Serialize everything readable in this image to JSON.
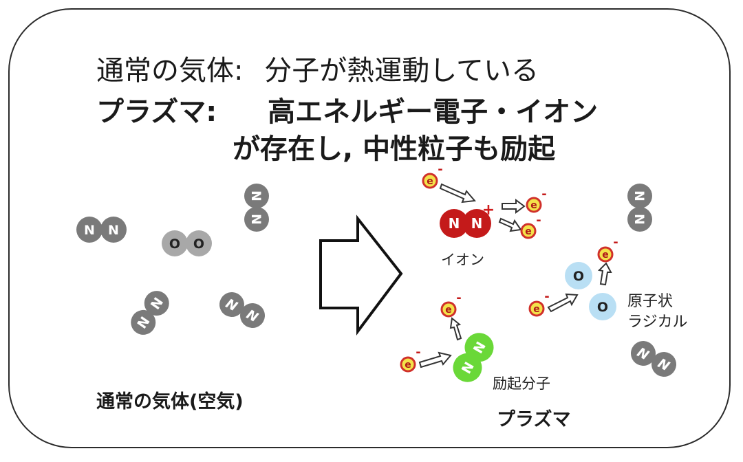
{
  "header": {
    "line1_term": "通常の気体:",
    "line1_desc": "分子が熱運動している",
    "line2_term": "プラズマ:",
    "line2_desc": "高エネルギー電子・イオン",
    "line3_desc": "が存在し, 中性粒子も励起"
  },
  "left_panel": {
    "caption": "通常の気体(空気)"
  },
  "right_panel": {
    "caption": "プラズマ",
    "ion_label": "イオン",
    "radical_label_1": "原子状",
    "radical_label_2": "ラジカル",
    "excited_label": "励起分子"
  },
  "symbols": {
    "nitrogen": "N",
    "oxygen": "O",
    "electron": "e",
    "minus": "-",
    "plus": "+"
  },
  "colors": {
    "neutral_n2": "#7a7a7a",
    "neutral_o2": "#a8a8a8",
    "ion": "#c41a1a",
    "radical": "#b9dff4",
    "excited": "#6ad838",
    "electron_fill": "#f3e24a",
    "electron_ring": "#d0302a"
  }
}
